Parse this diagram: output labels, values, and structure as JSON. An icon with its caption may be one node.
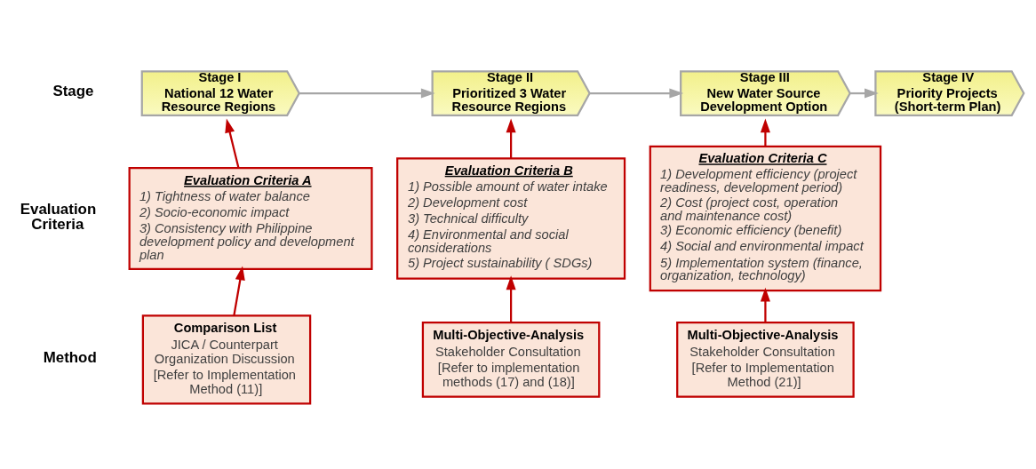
{
  "diagram": {
    "nodes": [
      {
        "text": [
          "Stage I",
          "National 12 Water Resource Regions"
        ]
      },
      {
        "text": [
          "Stage II",
          "Prioritized 3 Water Resource Regions"
        ]
      },
      {
        "text": [
          "Stage III",
          "New Water Source Development Option"
        ]
      },
      {
        "text": [
          "Stage IV",
          "Priority Projects (Short-term Plan)"
        ]
      },
      {
        "text": [
          "Evaluation Criteria A",
          "1) Tightness of water balance",
          "2) Socio-economic impact",
          "3) Consistency with Philippine development policy and development plan"
        ]
      },
      {
        "text": [
          "Evaluation Criteria B",
          "1) Possible amount of water intake",
          "2) Development cost",
          "3) Technical difficulty",
          "4) Environmental and social considerations",
          "5) Project sustainability ( SDGs)"
        ]
      },
      {
        "text": [
          "Evaluation Criteria C",
          "1) Development efficiency (project readiness, development period)",
          "2) Cost (project cost, operation and maintenance cost)",
          "3) Economic efficiency (benefit)",
          "4) Social and environmental impact",
          "5) Implementation system (finance, organization, technology)"
        ]
      },
      {
        "text": [
          "Comparison List",
          "JICA / Counterpart Organization Discussion",
          "[Refer to Implementation Method (11)]"
        ]
      },
      {
        "text": [
          "Multi-Objective-Analysis",
          "Stakeholder Consultation",
          "[Refer to implementation methods (17) and (18)]"
        ]
      },
      {
        "text": [
          "Multi-Objective-Analysis",
          "Stakeholder Consultation",
          "[Refer to Implementation Method (21)]"
        ]
      }
    ],
    "edges": [
      {
        "from": 0,
        "to": 1,
        "arrow": "to",
        "color": "#a6a6a6"
      },
      {
        "from": 1,
        "to": 2,
        "arrow": "to",
        "color": "#a6a6a6"
      },
      {
        "from": 2,
        "to": 3,
        "arrow": "to",
        "color": "#a6a6a6"
      },
      {
        "from": 4,
        "to": 0,
        "arrow": "to"
      },
      {
        "from": 5,
        "to": 1,
        "arrow": "to"
      },
      {
        "from": 6,
        "to": 2,
        "arrow": "to"
      },
      {
        "from": 7,
        "to": 4,
        "arrow": "to"
      },
      {
        "from": 8,
        "to": 5,
        "arrow": "to"
      },
      {
        "from": 9,
        "to": 6,
        "arrow": "to"
      }
    ],
    "labels": [
      "Stage",
      "Evaluation Criteria",
      "Method"
    ]
  }
}
